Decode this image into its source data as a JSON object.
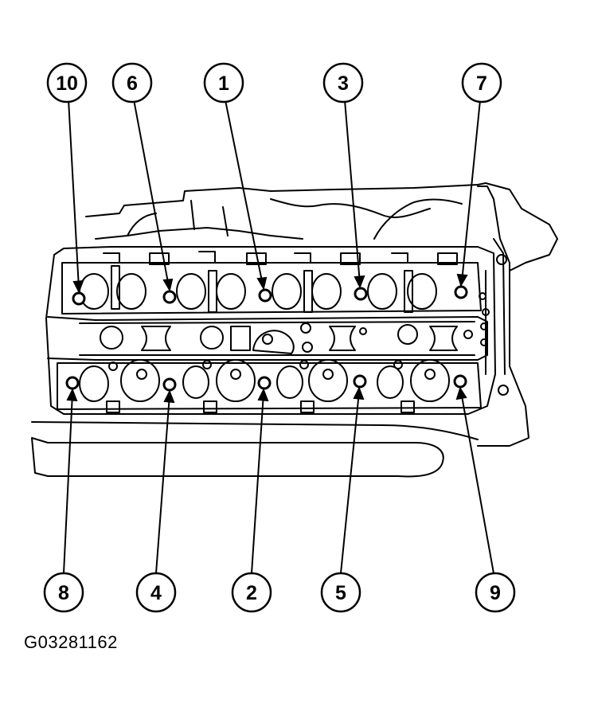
{
  "callouts": {
    "top": [
      "10",
      "6",
      "1",
      "3",
      "7"
    ],
    "bottom": [
      "8",
      "4",
      "2",
      "5",
      "9"
    ]
  },
  "figure_id": "G03281162",
  "colors": {
    "line": "#000000",
    "background": "#ffffff"
  }
}
